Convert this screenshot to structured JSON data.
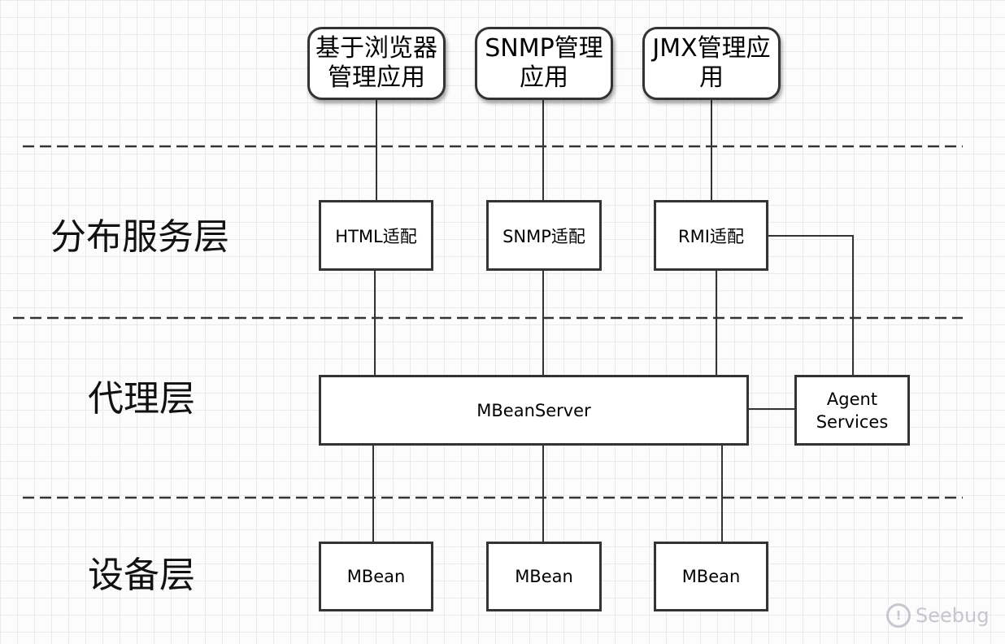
{
  "layers": {
    "distributed": "分布服务层",
    "agent": "代理层",
    "device": "设备层"
  },
  "clients": {
    "browser": "基于浏览器\n管理应用",
    "snmp": "SNMP管理\n应用",
    "jmx": "JMX管理应\n用"
  },
  "adapters": {
    "html": "HTML适配",
    "snmp": "SNMP适配",
    "rmi": "RMI适配"
  },
  "server": "MBeanServer",
  "agent_services": "Agent\nServices",
  "mbeans": [
    "MBean",
    "MBean",
    "MBean"
  ],
  "watermark": "Seebug"
}
